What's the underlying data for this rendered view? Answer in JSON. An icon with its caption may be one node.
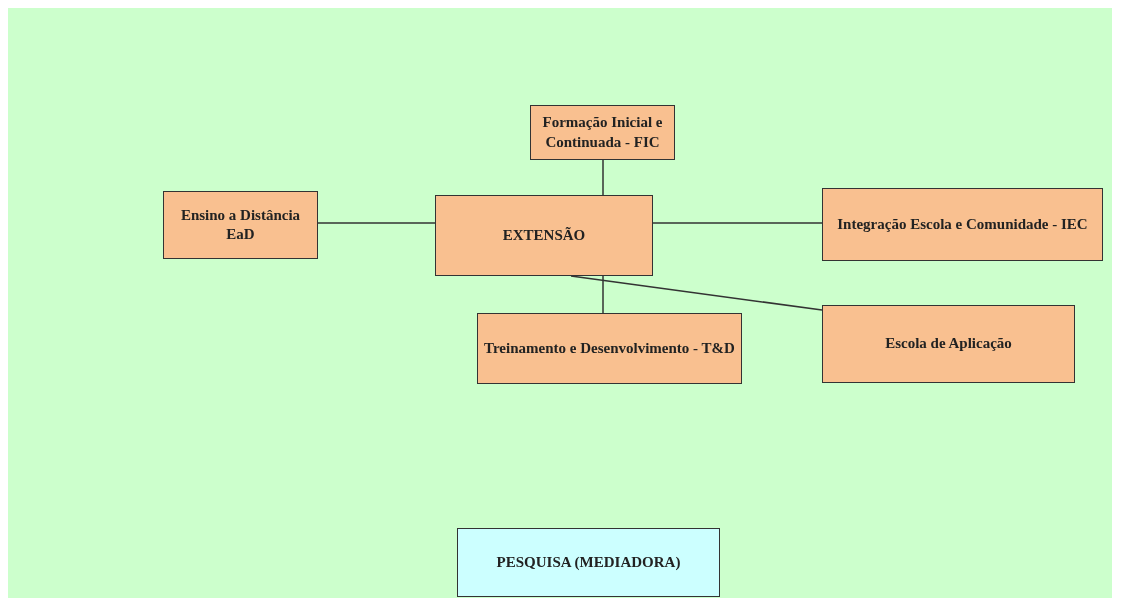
{
  "diagram": {
    "nodes": [
      {
        "text": [
          "EXTENSÃO"
        ]
      },
      {
        "text": [
          "Formação Inicial e Continuada - FIC"
        ]
      },
      {
        "text": [
          "Ensino a Distância EaD"
        ]
      },
      {
        "text": [
          "Integração Escola e Comunidade - IEC"
        ]
      },
      {
        "text": [
          "Treinamento e Desenvolvimento - T&D"
        ]
      },
      {
        "text": [
          "Escola de Aplicação"
        ]
      },
      {
        "text": [
          "PESQUISA (MEDIADORA)"
        ]
      }
    ],
    "edges": [
      {
        "from": 0,
        "to": 1,
        "arrow": "none"
      },
      {
        "from": 2,
        "to": 0,
        "arrow": "none"
      },
      {
        "from": 0,
        "to": 3,
        "arrow": "none"
      },
      {
        "from": 0,
        "to": 4,
        "arrow": "none"
      },
      {
        "from": 0,
        "to": 5,
        "arrow": "none"
      }
    ]
  }
}
